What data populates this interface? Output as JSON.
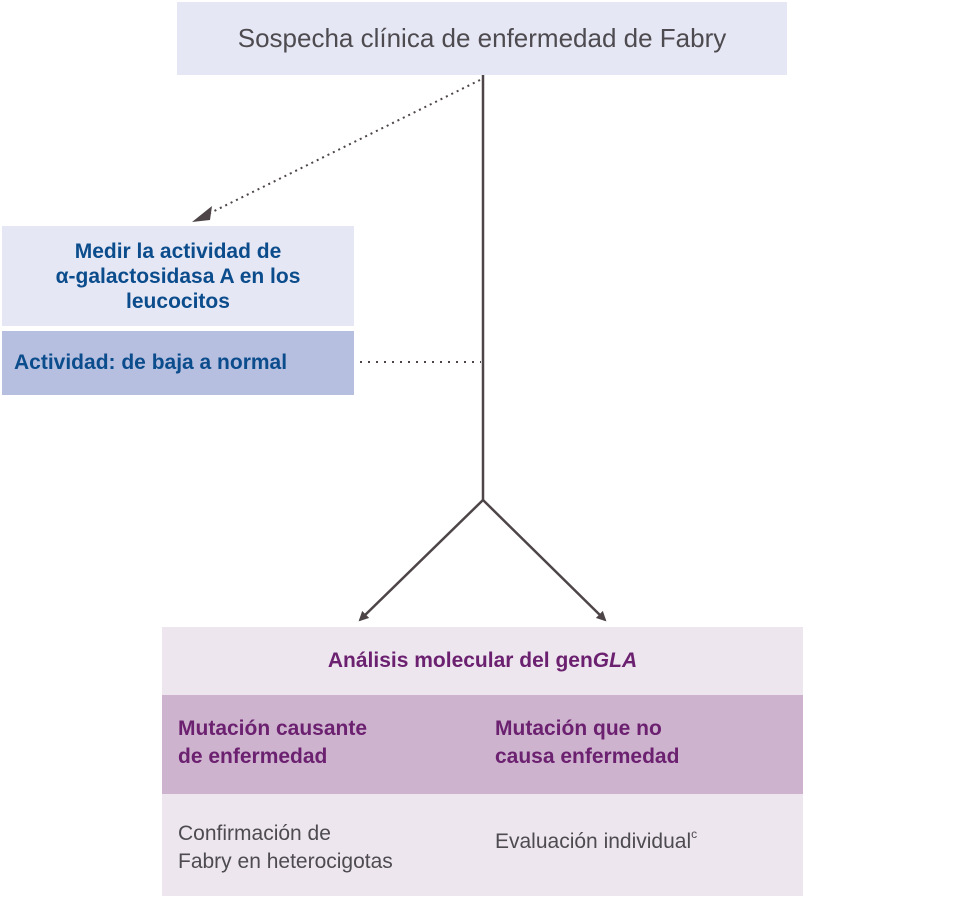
{
  "top": {
    "title": "Sospecha clínica de enfermedad de Fabry"
  },
  "measure": {
    "line1": "Medir la actividad de",
    "line2": "α-galactosidasa A en los",
    "line3": "leucocitos"
  },
  "activity": {
    "label": "Actividad: de baja a normal"
  },
  "gla": {
    "header_prefix": "Análisis molecular del gen ",
    "header_gene": "GLA"
  },
  "mutations": {
    "causing_line1": "Mutación causante",
    "causing_line2": "de enfermedad",
    "non_causing_line1": "Mutación que no",
    "non_causing_line2": "causa enfermedad"
  },
  "outcomes": {
    "left_line1": "Confirmación de",
    "left_line2": "Fabry en heterocigotas",
    "right_text": "Evaluación individual",
    "right_footnote": "c"
  },
  "colors": {
    "arrow": "#4d4547",
    "blue_text": "#0b4c8c",
    "purple_text": "#6c2170",
    "gray_text": "#4d4b4f"
  }
}
